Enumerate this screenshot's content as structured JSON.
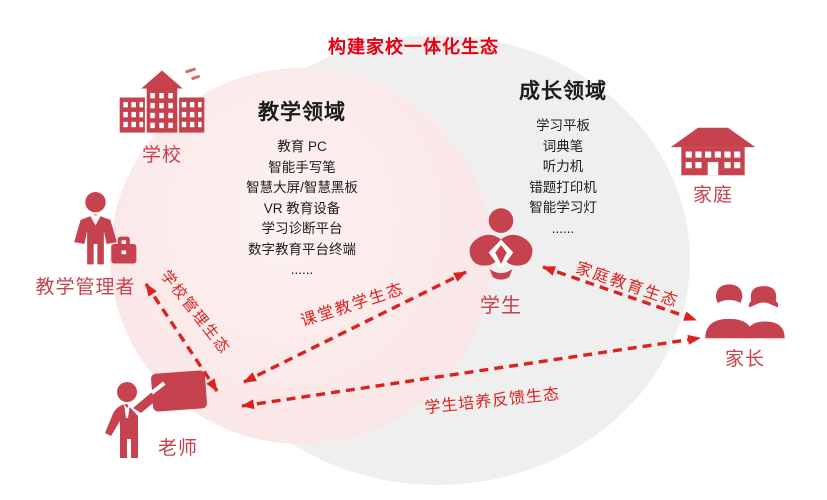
{
  "title": "构建家校一体化生态",
  "domains": {
    "teaching": {
      "heading": "教学领域",
      "items": [
        "教育 PC",
        "智能手写笔",
        "智慧大屏/智慧黑板",
        "VR 教育设备",
        "学习诊断平台",
        "数字教育平台终端",
        "......"
      ]
    },
    "growth": {
      "heading": "成长领域",
      "items": [
        "学习平板",
        "词典笔",
        "听力机",
        "错题打印机",
        "智能学习灯",
        "......"
      ]
    }
  },
  "entities": {
    "school": {
      "label": "学校"
    },
    "family": {
      "label": "家庭"
    },
    "admin": {
      "label": "教学管理者"
    },
    "student": {
      "label": "学生"
    },
    "parents": {
      "label": "家长"
    },
    "teacher": {
      "label": "老师"
    }
  },
  "relations": {
    "school_management": {
      "label": "学校管理生态"
    },
    "classroom_teaching": {
      "label": "课堂教学生态"
    },
    "family_education": {
      "label": "家庭教育生态"
    },
    "student_feedback": {
      "label": "学生培养反馈生态"
    }
  },
  "colors": {
    "accent_crimson": "#c5424e",
    "title_red": "#e60012",
    "arrow_red": "#dc2220",
    "pink_zone": "#fbe9e9",
    "gray_zone": "#f0efef",
    "text_black": "#1c1c1c"
  }
}
